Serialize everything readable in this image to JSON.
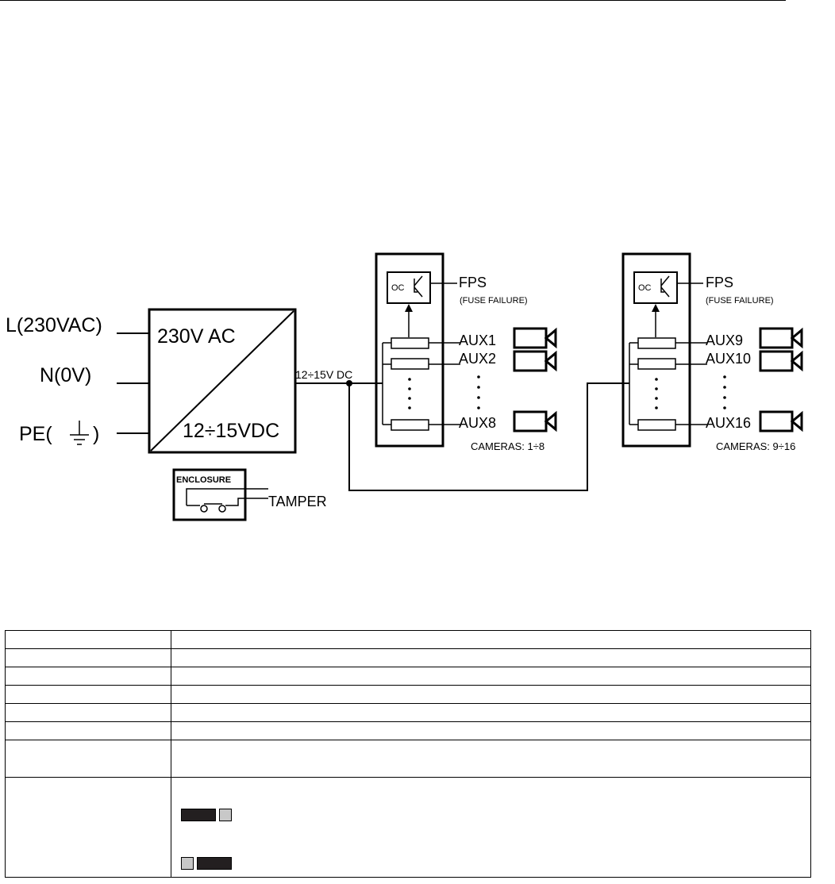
{
  "inputs": {
    "line": "L(230VAC)",
    "neutral": "N(0V)",
    "pe_prefix": "PE(",
    "pe_suffix": ")"
  },
  "psu": {
    "top_label": "230V AC",
    "bottom_label": "12÷15VDC",
    "output_label": "12÷15V DC"
  },
  "enclosure": {
    "label": "ENCLOSURE",
    "tamper": "TAMPER"
  },
  "module_a": {
    "oc_label": "OC",
    "fps_label": "FPS",
    "fps_sub": "(FUSE FAILURE)",
    "aux_first": "AUX1",
    "aux_second": "AUX2",
    "aux_last": "AUX8",
    "cameras": "CAMERAS: 1÷8"
  },
  "module_b": {
    "oc_label": "OC",
    "fps_label": "FPS",
    "fps_sub": "(FUSE FAILURE)",
    "aux_first": "AUX9",
    "aux_second": "AUX10",
    "aux_last": "AUX16",
    "cameras": "CAMERAS: 9÷16"
  },
  "icons": [
    "camera-icon",
    "ground-symbol-icon",
    "fuse-icon",
    "optocoupler-icon",
    "tamper-switch-icon"
  ],
  "colors": {
    "line": "#000000",
    "swatch_dark": "#231f20",
    "swatch_light": "#c8c8c8"
  }
}
